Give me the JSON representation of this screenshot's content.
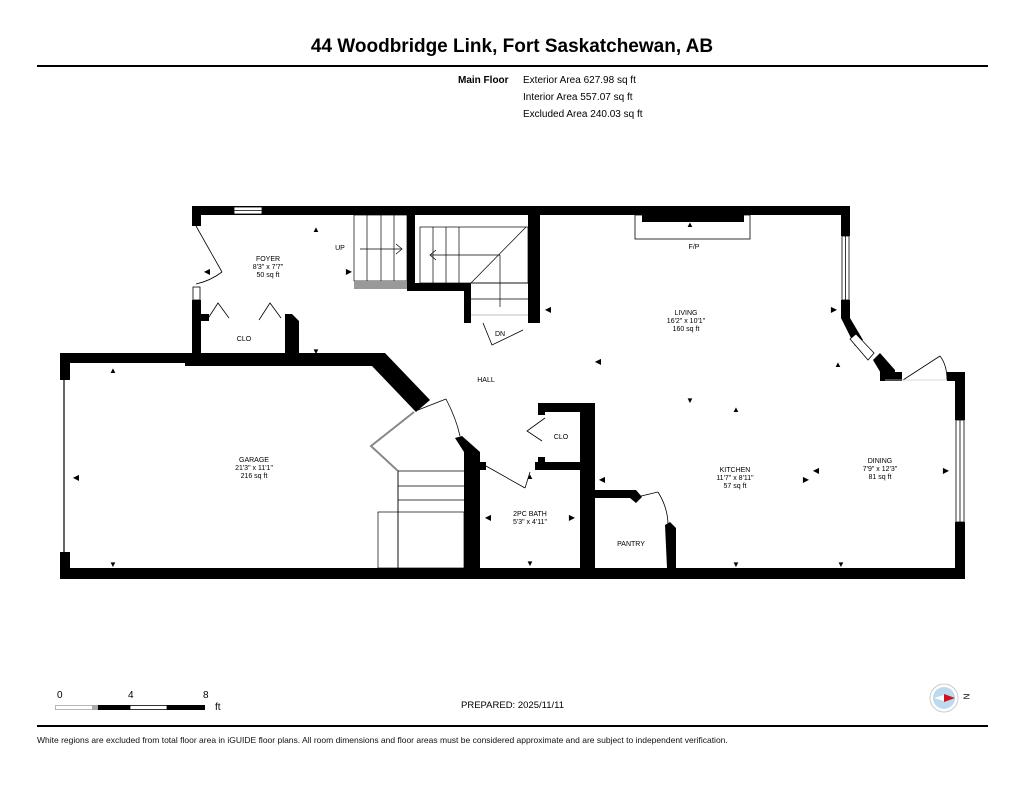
{
  "header": {
    "title": "44 Woodbridge Link, Fort Saskatchewan, AB"
  },
  "floor_summary": {
    "floor_name": "Main Floor",
    "exterior_area": "Exterior Area 627.98 sq ft",
    "interior_area": "Interior Area 557.07 sq ft",
    "excluded_area": "Excluded Area 240.03 sq ft"
  },
  "rooms": {
    "foyer": {
      "name": "FOYER",
      "dims": "8'3\" x 7'7\"",
      "area": "50 sq ft"
    },
    "garage": {
      "name": "GARAGE",
      "dims": "21'3\" x 11'1\"",
      "area": "216 sq ft"
    },
    "living": {
      "name": "LIVING",
      "dims": "16'2\" x 10'1\"",
      "area": "160 sq ft"
    },
    "kitchen": {
      "name": "KITCHEN",
      "dims": "11'7\" x 8'11\"",
      "area": "57 sq ft"
    },
    "dining": {
      "name": "DINING",
      "dims": "7'9\" x 12'3\"",
      "area": "81 sq ft"
    },
    "bath": {
      "name": "2PC BATH",
      "dims": "5'3\" x 4'11\""
    },
    "hall": {
      "name": "HALL"
    },
    "pantry": {
      "name": "PANTRY"
    },
    "clo_foyer": {
      "name": "CLO"
    },
    "clo_hall": {
      "name": "CLO"
    },
    "fireplace": {
      "name": "F/P"
    },
    "stairs_up": {
      "name": "UP"
    },
    "stairs_down": {
      "name": "DN"
    }
  },
  "scale_bar": {
    "ticks": [
      "0",
      "4",
      "8"
    ],
    "unit": "ft"
  },
  "compass": {
    "label": "N"
  },
  "footer": {
    "prepared": "PREPARED: 2025/11/11",
    "disclaimer": "White regions are excluded from total floor area in iGUIDE floor plans. All room dimensions and floor areas must be considered approximate and are subject to independent verification."
  }
}
